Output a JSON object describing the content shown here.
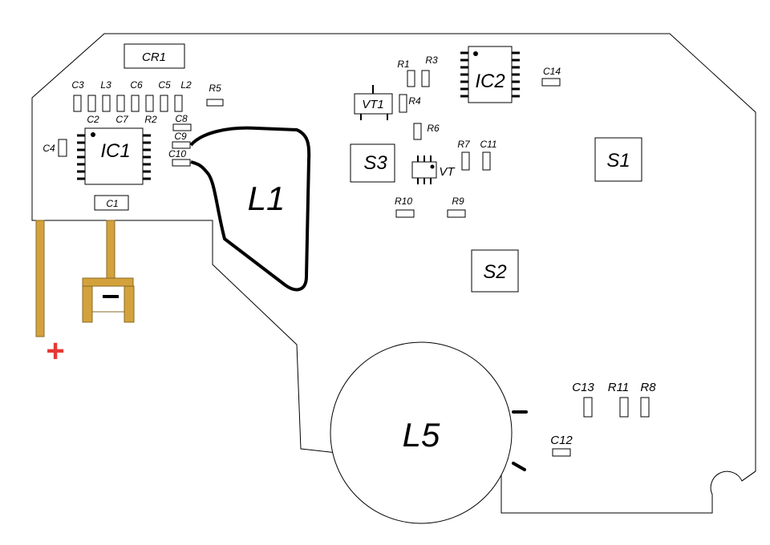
{
  "labels": {
    "cr1": "CR1",
    "ic1": "IC1",
    "ic2": "IC2",
    "c1": "C1",
    "c2": "C2",
    "c3": "C3",
    "c4": "C4",
    "c5": "C5",
    "c6": "C6",
    "c7": "C7",
    "c8": "C8",
    "c9": "C9",
    "c10": "C10",
    "c11": "C11",
    "c12": "C12",
    "c13": "C13",
    "c14": "C14",
    "l1": "L1",
    "l2": "L2",
    "l3": "L3",
    "l5": "L5",
    "r1": "R1",
    "r2": "R2",
    "r3": "R3",
    "r4": "R4",
    "r5": "R5",
    "r6": "R6",
    "r7": "R7",
    "r8": "R8",
    "r9": "R9",
    "r10": "R10",
    "r11": "R11",
    "vt1": "VT1",
    "vt": "VT",
    "s1": "S1",
    "s2": "S2",
    "s3": "S3",
    "plus": "+",
    "minus": "−"
  },
  "colors": {
    "terminal": "#d4a23c",
    "terminal_edge": "#8a6a24",
    "plus_mark": "#e53935",
    "board_line": "#000000",
    "coil": "#000000"
  }
}
